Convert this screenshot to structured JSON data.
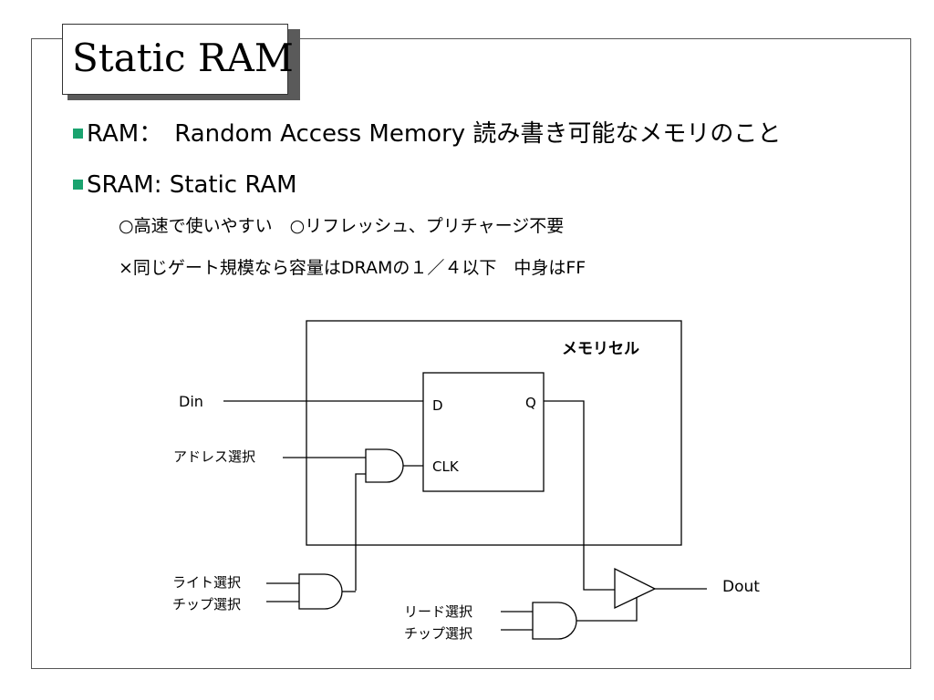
{
  "slide": {
    "title": "Static RAM",
    "bullets": [
      {
        "text": "RAM：　Random Access Memory 読み書き可能なメモリのこと"
      },
      {
        "text": "SRAM: Static RAM"
      }
    ],
    "sub_items": [
      {
        "text": "○高速で使いやすい　○リフレッシュ、プリチャージ不要"
      },
      {
        "text": "×同じゲート規模なら容量はDRAMの１／４以下　中身はFF"
      }
    ],
    "bullet_color": "#1aa36f"
  },
  "diagram": {
    "cell_label": "メモリセル",
    "ff_pins": {
      "d": "D",
      "q": "Q",
      "clk": "CLK"
    },
    "inputs": {
      "din": "Din",
      "address_select": "アドレス選択",
      "write_select": "ライト選択",
      "chip_select_write": "チップ選択",
      "read_select": "リード選択",
      "chip_select_read": "チップ選択"
    },
    "output": {
      "dout": "Dout"
    }
  }
}
